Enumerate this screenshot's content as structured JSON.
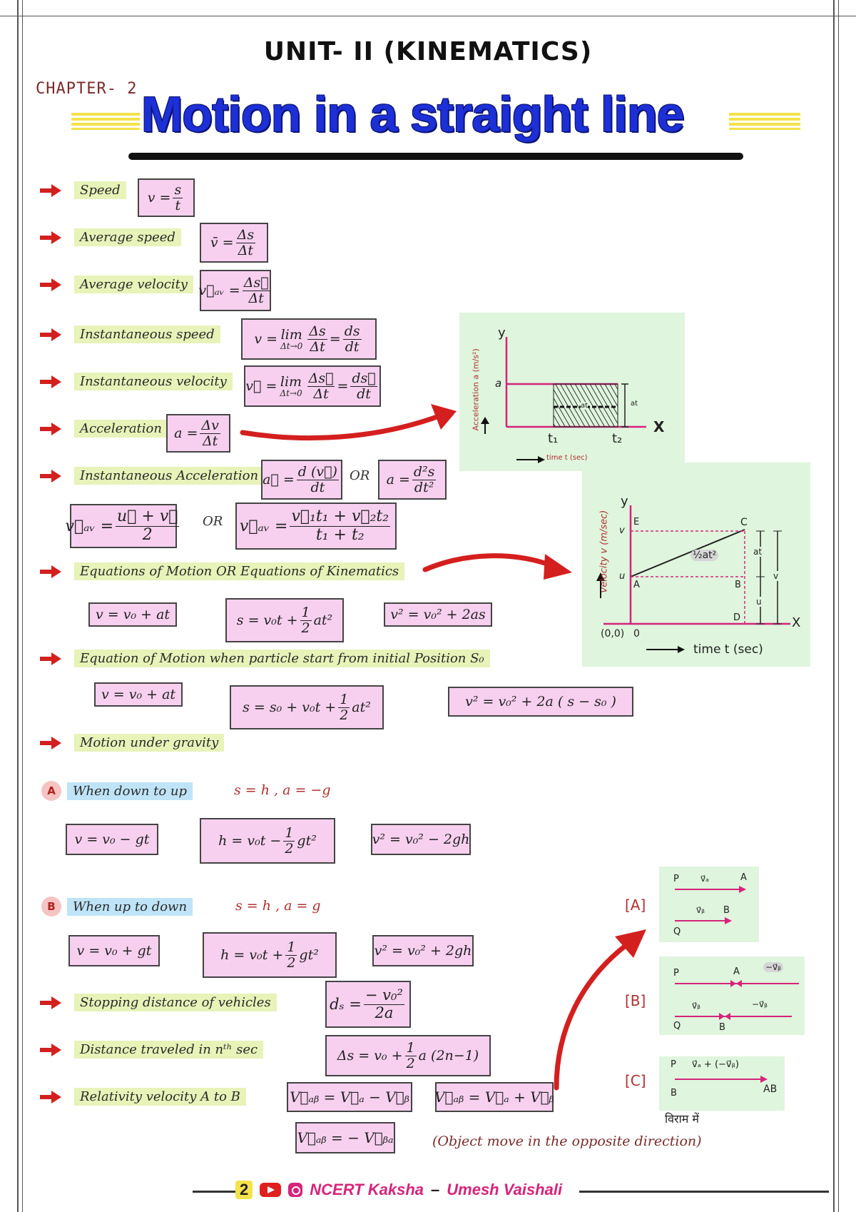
{
  "header": {
    "unit": "UNIT- II (KINEMATICS)",
    "chapter": "CHAPTER- 2",
    "title": "Motion in a straight line"
  },
  "rows": {
    "speed": "Speed",
    "avg_speed": "Average speed",
    "avg_velocity": "Average velocity",
    "inst_speed": "Instantaneous speed",
    "inst_velocity": "Instantaneous velocity",
    "acceleration": "Acceleration",
    "inst_acceleration": "Instantaneous Acceleration",
    "equations": "Equations of Motion OR Equations of Kinematics",
    "eq_initial": "Equation of Motion when particle start from initial Position S₀",
    "gravity": "Motion under gravity",
    "down_up": "When down to up",
    "up_down": "When up to down",
    "stopping": "Stopping distance of vehicles",
    "nth_sec": "Distance traveled in nᵗʰ sec",
    "relative": "Relativity velocity A to B"
  },
  "formulas": {
    "speed": {
      "lhs": "v =",
      "num": "s",
      "den": "t"
    },
    "avg_speed": {
      "lhs": "v̄ =",
      "num": "Δs",
      "den": "Δt"
    },
    "avg_velocity": {
      "lhs": "v⃗ₐᵥ =",
      "num": "Δs⃗",
      "den": "Δt"
    },
    "inst_speed": {
      "lhs": "v =",
      "lim_top": "lim",
      "lim_bot": "Δt→0",
      "num": "Δs",
      "den": "Δt",
      "eq": "=",
      "num2": "ds",
      "den2": "dt"
    },
    "inst_velocity": {
      "lhs": "v⃗ =",
      "lim_top": "lim",
      "lim_bot": "Δt→0",
      "num": "Δs⃗",
      "den": "Δt",
      "eq": "=",
      "num2": "ds⃗",
      "den2": "dt"
    },
    "acceleration": {
      "lhs": "a =",
      "num": "Δv",
      "den": "Δt"
    },
    "inst_acc_1": {
      "lhs": "a⃗ =",
      "num": "d (v⃗)",
      "den": "dt"
    },
    "inst_acc_2": {
      "lhs": "a =",
      "num": "d²s",
      "den": "dt²"
    },
    "vav_1": {
      "lhs": "v⃗ₐᵥ =",
      "num": "u⃗ + v⃗",
      "den": "2"
    },
    "vav_2": {
      "lhs": "v⃗ₐᵥ =",
      "num": "v⃗₁t₁ + v⃗₂t₂",
      "den": "t₁ + t₂"
    },
    "eq1": "v = v₀ + at",
    "eq2": {
      "lhs": "s = v₀t +",
      "num": "1",
      "den": "2",
      "rhs": "at²"
    },
    "eq3": "v² = v₀² + 2as",
    "eqi1": "v = v₀ + at",
    "eqi2": {
      "lhs": "s = s₀ + v₀t +",
      "num": "1",
      "den": "2",
      "rhs": "at²"
    },
    "eqi3": "v² = v₀² + 2a ( s − s₀ )",
    "du1": "v = v₀ − gt",
    "du2": {
      "lhs": "h = v₀t −",
      "num": "1",
      "den": "2",
      "rhs": "gt²"
    },
    "du3": "v² = v₀² − 2gh",
    "ud1": "v = v₀ + gt",
    "ud2": {
      "lhs": "h = v₀t +",
      "num": "1",
      "den": "2",
      "rhs": "gt²"
    },
    "ud3": "v² = v₀² + 2gh",
    "stop": {
      "lhs": "dₛ =",
      "num": "− v₀²",
      "den": "2a"
    },
    "nth": {
      "lhs": "Δs = v₀ +",
      "num": "1",
      "den": "2",
      "rhs": "a (2n−1)"
    },
    "rel1": "V⃗ₐᵦ = V⃗ₐ − V⃗ᵦ",
    "rel2": "V⃗ₐᵦ = V⃗ₐ + V⃗ᵦ",
    "rel3": "V⃗ₐᵦ = − V⃗ᵦₐ"
  },
  "or_text": "OR",
  "conditions": {
    "down_up": "s = h , a = −g",
    "up_down": "s = h , a = g"
  },
  "markers": {
    "a": "A",
    "b": "B"
  },
  "note": "(Object move in the opposite direction)",
  "graph1": {
    "y": "y",
    "x": "X",
    "ylabel": "Acceleration a (m/s²)",
    "a": "a",
    "t1": "t₁",
    "t2": "t₂",
    "xlabel": "time t (sec)",
    "at": "at",
    "region": "at"
  },
  "graph2": {
    "y": "y",
    "x": "X",
    "ylabel": "velocity v (m/sec)",
    "origin": "(0,0)",
    "zero": "0",
    "v": "v",
    "u": "u",
    "E": "E",
    "A": "A",
    "B": "B",
    "C": "C",
    "D": "D",
    "half_at2": "½at²",
    "at": "at",
    "u_side": "u",
    "v_side": "v",
    "xlabel": "time t (sec)"
  },
  "vectors": {
    "A": {
      "tag": "[A]",
      "p": "P",
      "q": "Q",
      "a": "A",
      "b": "B",
      "va": "v⃗ₐ",
      "vb": "v⃗ᵦ"
    },
    "B": {
      "tag": "[B]",
      "p": "P",
      "q": "Q",
      "a": "A",
      "b": "B",
      "vb1": "−v⃗ᵦ",
      "vb2": "v⃗ᵦ",
      "vb3": "−v⃗ᵦ"
    },
    "C": {
      "tag": "[C]",
      "p": "P",
      "b": "B",
      "ab": "AB",
      "expr": "v⃗ₐ + (−v⃗ᵦ)",
      "hindi": "विराम में"
    }
  },
  "footer": {
    "page": "2",
    "brand": "NCERT Kaksha",
    "sep": "–",
    "author": "Umesh Vaishali"
  },
  "colors": {
    "title_blue": "#1d2fd6",
    "box_pink": "#f7d0ef",
    "label_green": "#e7f3b8",
    "label_blue": "#bfe4f7",
    "arrow_red": "#d41f1f",
    "graph_bg": "#dff5dd",
    "magenta": "#d6247a"
  }
}
